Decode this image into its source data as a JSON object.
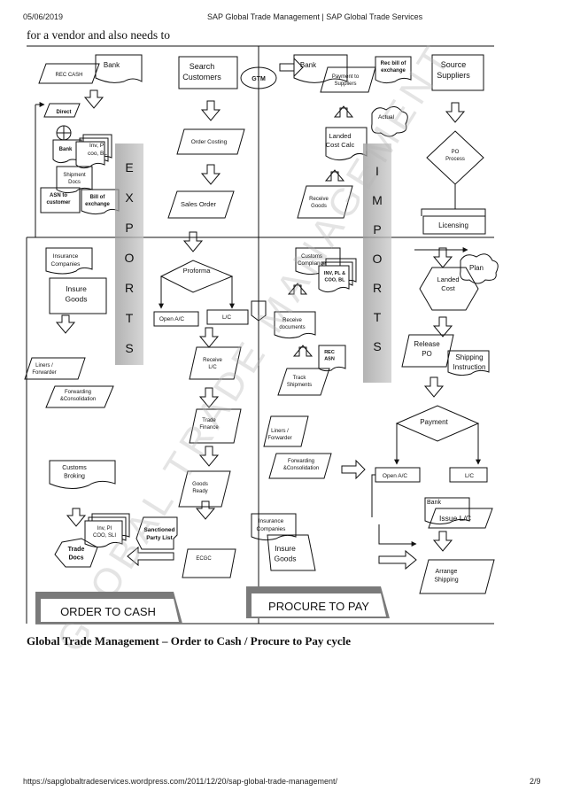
{
  "header": {
    "date": "05/06/2019",
    "title": "SAP Global Trade Management | SAP Global Trade Services"
  },
  "intro_text": "for a vendor and also needs to",
  "caption": "Global Trade Management – Order to Cash / Procure to Pay cycle",
  "footer": {
    "url": "https://sapglobaltradeservices.wordpress.com/2011/12/20/sap-global-trade-management/",
    "page": "2/9"
  },
  "diagram": {
    "center_node": "GTM",
    "watermark": "GLOBAL TRADE MANAGEMENT",
    "exports_letters": [
      "E",
      "X",
      "P",
      "O",
      "R",
      "T",
      "S"
    ],
    "imports_letters": [
      "I",
      "M",
      "P",
      "O",
      "R",
      "T",
      "S"
    ],
    "left_footer": "ORDER  TO CASH",
    "right_footer": "PROCURE TO PAY",
    "order_to_cash": {
      "bank": "Bank",
      "rec_cash": "REC CASH",
      "direct": "Direct",
      "bank2": "Bank",
      "inv_docs": [
        "Inv, PI",
        "coo, BL"
      ],
      "shipment_docs": [
        "Shipment",
        "Docs"
      ],
      "asn_to_customer": [
        "ASN to",
        "customer"
      ],
      "bill_of_exchange": [
        "Bill of",
        "exchange"
      ],
      "insurance_companies": [
        "Insurance",
        "Companies"
      ],
      "insure_goods": [
        "Insure",
        "Goods"
      ],
      "liners_forwarder": [
        "Liners /",
        "Forwarder"
      ],
      "forwarding": [
        "Forwarding",
        "&Consolidation"
      ],
      "customs_broking": [
        "Customs",
        "Broking"
      ],
      "inv_docs2": [
        "Inv, PI",
        "COO, SLI"
      ],
      "trade_docs": [
        "Trade",
        "Docs"
      ],
      "search_customers": [
        "Search",
        "Customers"
      ],
      "order_costing": "Order Costing",
      "sales_order": "Sales Order",
      "proforma": "Proforma",
      "open_ac": "Open A/C",
      "lc": "L/C",
      "receive_lc": [
        "Receive",
        "L/C"
      ],
      "trade_finance": [
        "Trade",
        "Finance"
      ],
      "goods_ready": [
        "Goods",
        "Ready"
      ],
      "sanctioned_party_list": [
        "Sanctioned",
        "Party List"
      ],
      "ecgc": "ECGC"
    },
    "procure_to_pay": {
      "bank": "Bank",
      "payment_to_suppliers": [
        "Payment to",
        "Suppliers"
      ],
      "rec_bill_of_exchange": [
        "Rec bill of",
        "exchange"
      ],
      "landed_cost_calc": [
        "Landed",
        "Cost Calc"
      ],
      "actual": "Actual",
      "receive_goods": [
        "Receive",
        "Goods"
      ],
      "customs_compliance": [
        "Customs",
        "Compliance"
      ],
      "inv_pl_coo_bl": [
        "INV, PL &",
        "COO, BL"
      ],
      "receive_documents": [
        "Receive",
        "documents"
      ],
      "rec_asn": [
        "REC",
        "ASN"
      ],
      "track_shipments": [
        "Track",
        "Shipments"
      ],
      "liners_forwarder": [
        "Liners /",
        "Forwarder"
      ],
      "forwarding": [
        "Forwarding",
        "&Consolidation"
      ],
      "insurance_companies": [
        "Insurance",
        "Companies"
      ],
      "insure_goods": [
        "Insure",
        "Goods"
      ],
      "source_suppliers": [
        "Source",
        "Suppliers"
      ],
      "po_process": [
        "PO",
        "Process"
      ],
      "licensing": "Licensing",
      "plan": "Plan",
      "landed_cost": [
        "Landed",
        "Cost"
      ],
      "release_po": [
        "Release",
        "PO"
      ],
      "shipping_instruction": [
        "Shipping",
        "Instruction"
      ],
      "payment": "Payment",
      "open_ac": "Open A/C",
      "lc": "L/C",
      "bank2": "Bank",
      "issue_lc": "Issue L/C",
      "arrange_shipping": [
        "Arrange",
        "Shipping"
      ]
    }
  }
}
